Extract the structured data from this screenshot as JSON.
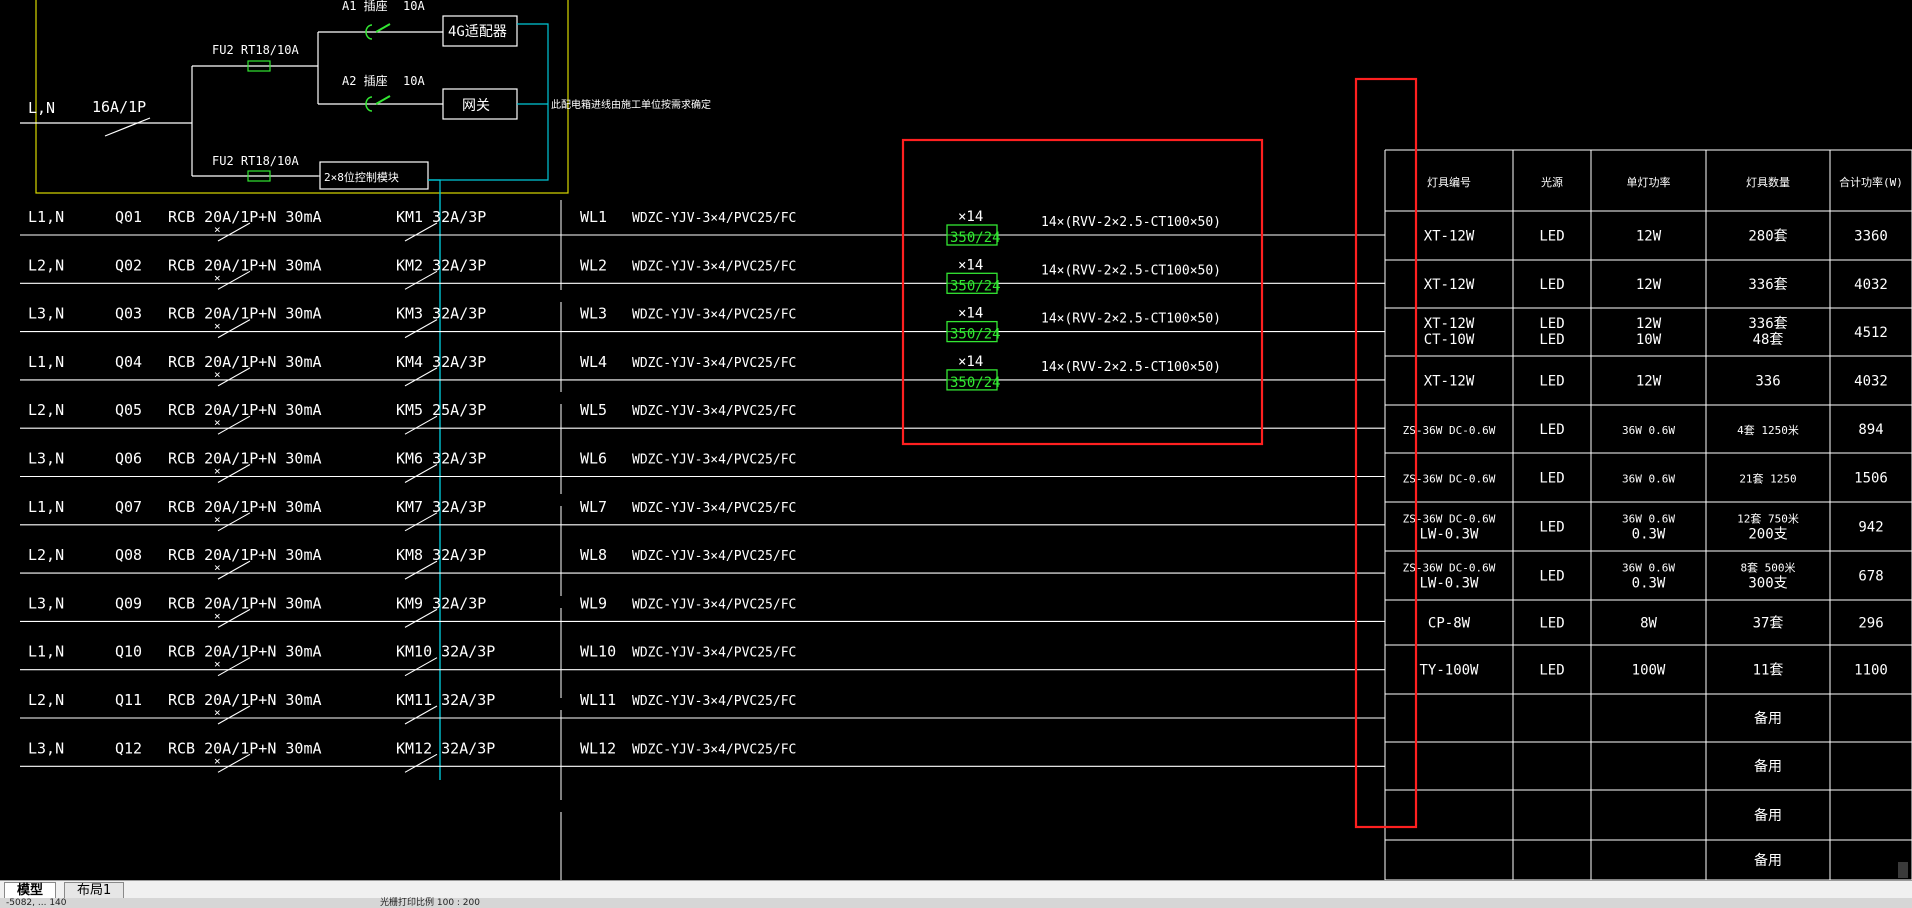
{
  "top_box": {
    "in_line": "L,N",
    "main_switch": "16A/1P",
    "fuse1": "FU2  RT18/10A",
    "fuse2": "FU2  RT18/10A",
    "a1": "A1  插座",
    "a1_amp": "10A",
    "a2": "A2  插座",
    "a2_amp": "10A",
    "box_4g": "4G适配器",
    "box_gateway": "网关",
    "box_module": "2×8位控制模块",
    "note": "此配电箱进线由施工单位按需求确定"
  },
  "circuits": [
    {
      "phase": "L1,N",
      "id": "Q01",
      "breaker": "RCB  20A/1P+N  30mA",
      "contactor": "KM1  32A/3P",
      "wl": "WL1",
      "cable": "WDZC-YJV-3×4/PVC25/FC"
    },
    {
      "phase": "L2,N",
      "id": "Q02",
      "breaker": "RCB  20A/1P+N  30mA",
      "contactor": "KM2  32A/3P",
      "wl": "WL2",
      "cable": "WDZC-YJV-3×4/PVC25/FC"
    },
    {
      "phase": "L3,N",
      "id": "Q03",
      "breaker": "RCB  20A/1P+N  30mA",
      "contactor": "KM3  32A/3P",
      "wl": "WL3",
      "cable": "WDZC-YJV-3×4/PVC25/FC"
    },
    {
      "phase": "L1,N",
      "id": "Q04",
      "breaker": "RCB  20A/1P+N  30mA",
      "contactor": "KM4  32A/3P",
      "wl": "WL4",
      "cable": "WDZC-YJV-3×4/PVC25/FC"
    },
    {
      "phase": "L2,N",
      "id": "Q05",
      "breaker": "RCB  20A/1P+N  30mA",
      "contactor": "KM5  25A/3P",
      "wl": "WL5",
      "cable": "WDZC-YJV-3×4/PVC25/FC"
    },
    {
      "phase": "L3,N",
      "id": "Q06",
      "breaker": "RCB  20A/1P+N  30mA",
      "contactor": "KM6  32A/3P",
      "wl": "WL6",
      "cable": "WDZC-YJV-3×4/PVC25/FC"
    },
    {
      "phase": "L1,N",
      "id": "Q07",
      "breaker": "RCB  20A/1P+N  30mA",
      "contactor": "KM7  32A/3P",
      "wl": "WL7",
      "cable": "WDZC-YJV-3×4/PVC25/FC"
    },
    {
      "phase": "L2,N",
      "id": "Q08",
      "breaker": "RCB  20A/1P+N  30mA",
      "contactor": "KM8  32A/3P",
      "wl": "WL8",
      "cable": "WDZC-YJV-3×4/PVC25/FC"
    },
    {
      "phase": "L3,N",
      "id": "Q09",
      "breaker": "RCB  20A/1P+N  30mA",
      "contactor": "KM9  32A/3P",
      "wl": "WL9",
      "cable": "WDZC-YJV-3×4/PVC25/FC"
    },
    {
      "phase": "L1,N",
      "id": "Q10",
      "breaker": "RCB  20A/1P+N  30mA",
      "contactor": "KM10  32A/3P",
      "wl": "WL10",
      "cable": "WDZC-YJV-3×4/PVC25/FC"
    },
    {
      "phase": "L2,N",
      "id": "Q11",
      "breaker": "RCB  20A/1P+N  30mA",
      "contactor": "KM11  32A/3P",
      "wl": "WL11",
      "cable": "WDZC-YJV-3×4/PVC25/FC"
    },
    {
      "phase": "L3,N",
      "id": "Q12",
      "breaker": "RCB  20A/1P+N  30mA",
      "contactor": "KM12  32A/3P",
      "wl": "WL12",
      "cable": "WDZC-YJV-3×4/PVC25/FC"
    }
  ],
  "converters": [
    {
      "mult": "×14",
      "label": "350/24",
      "wire": "14×(RVV-2×2.5-CT100×50)"
    },
    {
      "mult": "×14",
      "label": "350/24",
      "wire": "14×(RVV-2×2.5-CT100×50)"
    },
    {
      "mult": "×14",
      "label": "350/24",
      "wire": "14×(RVV-2×2.5-CT100×50)"
    },
    {
      "mult": "×14",
      "label": "350/24",
      "wire": "14×(RVV-2×2.5-CT100×50)"
    }
  ],
  "table": {
    "headers": [
      "灯具编号",
      "光源",
      "单灯功率",
      "灯具数量",
      "合计功率(W)"
    ],
    "rows": [
      {
        "code": [
          "XT-12W"
        ],
        "src": [
          "LED"
        ],
        "power": [
          "12W"
        ],
        "qty": [
          "280套"
        ],
        "total": "3360"
      },
      {
        "code": [
          "XT-12W"
        ],
        "src": [
          "LED"
        ],
        "power": [
          "12W"
        ],
        "qty": [
          "336套"
        ],
        "total": "4032"
      },
      {
        "code": [
          "XT-12W",
          "CT-10W"
        ],
        "src": [
          "LED",
          "LED"
        ],
        "power": [
          "12W",
          "10W"
        ],
        "qty": [
          "336套",
          "48套"
        ],
        "total": "4512"
      },
      {
        "code": [
          "XT-12W"
        ],
        "src": [
          "LED"
        ],
        "power": [
          "12W"
        ],
        "qty": [
          "336"
        ],
        "total": "4032"
      },
      {
        "code": [
          "ZS-36W   DC-0.6W"
        ],
        "src": [
          "LED"
        ],
        "power": [
          "36W       0.6W"
        ],
        "qty": [
          "4套      1250米"
        ],
        "total": "894"
      },
      {
        "code": [
          "ZS-36W   DC-0.6W"
        ],
        "src": [
          "LED"
        ],
        "power": [
          "36W       0.6W"
        ],
        "qty": [
          "21套       1250"
        ],
        "total": "1506"
      },
      {
        "code": [
          "ZS-36W   DC-0.6W",
          "LW-0.3W"
        ],
        "src": [
          "LED"
        ],
        "power": [
          "36W       0.6W",
          "0.3W"
        ],
        "qty": [
          "12套     750米",
          "200支"
        ],
        "total": "942"
      },
      {
        "code": [
          "ZS-36W   DC-0.6W",
          "LW-0.3W"
        ],
        "src": [
          "LED"
        ],
        "power": [
          "36W       0.6W",
          "0.3W"
        ],
        "qty": [
          "8套      500米",
          "300支"
        ],
        "total": "678"
      },
      {
        "code": [
          "CP-8W"
        ],
        "src": [
          "LED"
        ],
        "power": [
          "8W"
        ],
        "qty": [
          "37套"
        ],
        "total": "296"
      },
      {
        "code": [
          "TY-100W"
        ],
        "src": [
          "LED"
        ],
        "power": [
          "100W"
        ],
        "qty": [
          "11套"
        ],
        "total": "1100"
      },
      {
        "code": [],
        "src": [],
        "power": [],
        "qty": [
          "备用"
        ],
        "total": ""
      },
      {
        "code": [],
        "src": [],
        "power": [],
        "qty": [
          "备用"
        ],
        "total": ""
      },
      {
        "code": [],
        "src": [],
        "power": [],
        "qty": [
          "备用"
        ],
        "total": ""
      },
      {
        "code": [],
        "src": [],
        "power": [],
        "qty": [
          "备用"
        ],
        "total": ""
      }
    ]
  },
  "tabs": [
    {
      "label": "模型",
      "active": true
    },
    {
      "label": "布局1",
      "active": false
    }
  ],
  "status": {
    "coords": "-5082, ...  140",
    "text": "光栅打印比例  100 : 200"
  },
  "colors": {
    "line": "#ffffff",
    "cyan": "#00c8d8",
    "green": "#33e633",
    "yellow": "#d8d800",
    "red": "#ff2020"
  }
}
